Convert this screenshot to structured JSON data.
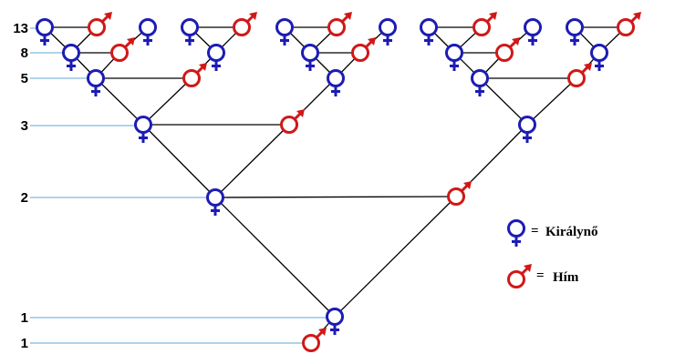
{
  "colors": {
    "queen": "#1c1cb4",
    "drone": "#d01818",
    "guide": "#7fb6e0",
    "edge": "#000000"
  },
  "levels": [
    "13",
    "8",
    "5",
    "3",
    "2",
    "1",
    "1"
  ],
  "legend": {
    "queen_label": "Királynő",
    "drone_label": "Hím",
    "equals": "="
  }
}
